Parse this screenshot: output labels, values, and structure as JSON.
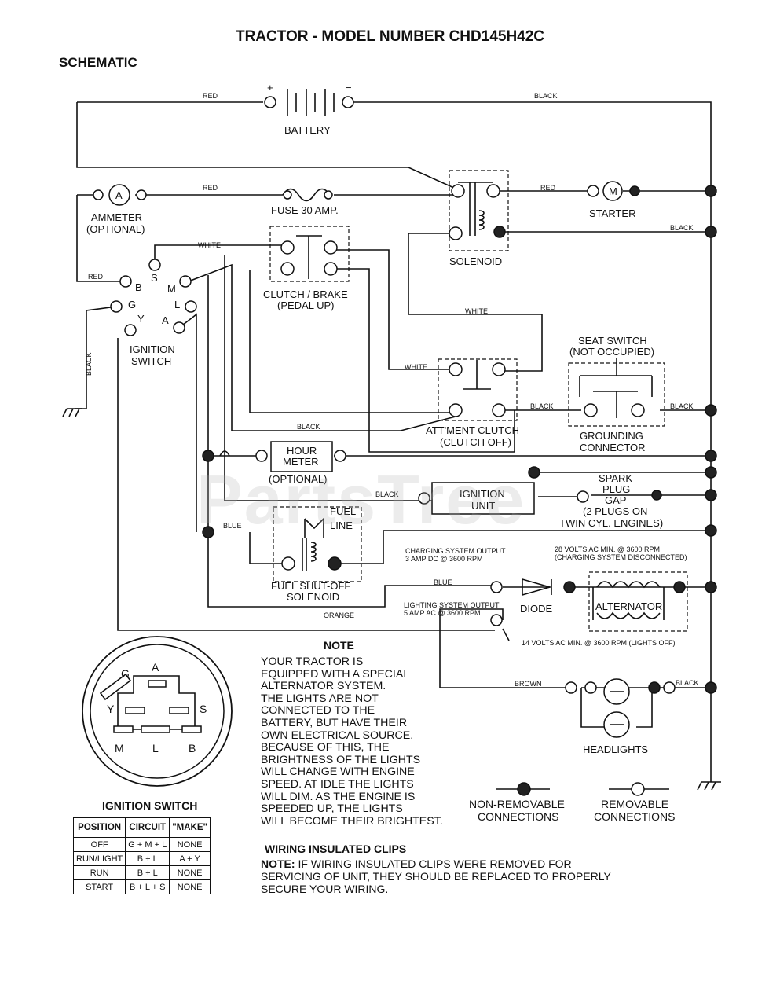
{
  "header": {
    "title": "TRACTOR - MODEL NUMBER CHD145H42C",
    "subtitle": "SCHEMATIC"
  },
  "watermark": "PartsTree",
  "components": {
    "battery": "BATTERY",
    "ammeter_1": "AMMETER",
    "ammeter_2": "(OPTIONAL)",
    "ammeter_symbol": "A",
    "fuse": "FUSE 30 AMP.",
    "starter": "STARTER",
    "starter_symbol": "M",
    "solenoid": "SOLENOID",
    "clutch_brake_1": "CLUTCH / BRAKE",
    "clutch_brake_2": "(PEDAL UP)",
    "ignition_switch_1": "IGNITION",
    "ignition_switch_2": "SWITCH",
    "seat_switch_1": "SEAT SWITCH",
    "seat_switch_2": "(NOT OCCUPIED)",
    "grounding_1": "GROUNDING",
    "grounding_2": "CONNECTOR",
    "attment_clutch_1": "ATT'MENT CLUTCH",
    "attment_clutch_2": "(CLUTCH OFF)",
    "hour_meter_1": "HOUR",
    "hour_meter_2": "METER",
    "hour_meter_3": "(OPTIONAL)",
    "ignition_unit_1": "IGNITION",
    "ignition_unit_2": "UNIT",
    "spark_1": "SPARK",
    "spark_2": "PLUG",
    "spark_3": "GAP",
    "spark_4": "(2 PLUGS ON",
    "spark_5": "TWIN CYL. ENGINES)",
    "fuel_line_1": "FUEL",
    "fuel_line_2": "LINE",
    "fuel_solenoid_1": "FUEL SHUT-OFF",
    "fuel_solenoid_2": "SOLENOID",
    "charging_output_1": "CHARGING SYSTEM OUTPUT",
    "charging_output_2": "3 AMP DC @ 3600 RPM",
    "volts28_1": "28 VOLTS AC MIN. @ 3600 RPM",
    "volts28_2": "(CHARGING SYSTEM DISCONNECTED)",
    "diode": "DIODE",
    "alternator": "ALTERNATOR",
    "lighting_output_1": "LIGHTING SYSTEM OUTPUT",
    "lighting_output_2": "5 AMP AC @ 3600 RPM",
    "volts14": "14 VOLTS AC MIN. @ 3600 RPM (LIGHTS OFF)",
    "headlights": "HEADLIGHTS",
    "non_removable_1": "NON-REMOVABLE",
    "non_removable_2": "CONNECTIONS",
    "removable_1": "REMOVABLE",
    "removable_2": "CONNECTIONS"
  },
  "terminals": {
    "B": "B",
    "S": "S",
    "M": "M",
    "G": "G",
    "L": "L",
    "Y": "Y",
    "A": "A"
  },
  "wire_colors": {
    "red": "RED",
    "black": "BLACK",
    "white": "WHITE",
    "blue": "BLUE",
    "orange": "ORANGE",
    "brown": "BROWN"
  },
  "battery_polarity": {
    "pos": "+",
    "neg": "−"
  },
  "note": {
    "heading": "NOTE",
    "body": "YOUR TRACTOR IS\nEQUIPPED WITH A SPECIAL\nALTERNATOR SYSTEM.\nTHE LIGHTS ARE NOT\nCONNECTED TO THE\nBATTERY, BUT HAVE THEIR\nOWN ELECTRICAL SOURCE.\nBECAUSE OF THIS, THE\nBRIGHTNESS OF THE LIGHTS\nWILL CHANGE WITH ENGINE\nSPEED.  AT IDLE THE LIGHTS\nWILL DIM.  AS THE ENGINE IS\nSPEEDED UP, THE LIGHTS\nWILL BECOME THEIR BRIGHTEST."
  },
  "ignition_switch_table": {
    "title": "IGNITION SWITCH",
    "headers": [
      "POSITION",
      "CIRCUIT",
      "\"MAKE\""
    ],
    "rows": [
      [
        "OFF",
        "G + M + L",
        "NONE"
      ],
      [
        "RUN/LIGHT",
        "B + L",
        "A + Y"
      ],
      [
        "RUN",
        "B + L",
        "NONE"
      ],
      [
        "START",
        "B + L + S",
        "NONE"
      ]
    ]
  },
  "clips": {
    "heading": "WIRING INSULATED CLIPS",
    "note_label": "NOTE:",
    "note_text": " IF WIRING INSULATED CLIPS WERE REMOVED FOR SERVICING OF UNIT, THEY SHOULD BE REPLACED TO PROPERLY SECURE YOUR WIRING."
  }
}
